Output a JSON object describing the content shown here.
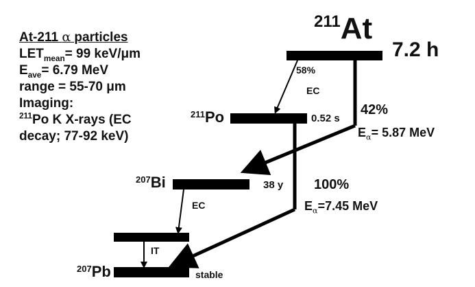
{
  "info": {
    "title_prefix": "At-211 ",
    "title_alpha": "α",
    "title_suffix": " particles",
    "let_label": "LET",
    "let_sub": "mean",
    "let_value": "= 99 keV/μm",
    "eave_label": "E",
    "eave_sub": "ave",
    "eave_value": "= 6.79 MeV",
    "range": "range = 55-70 μm",
    "imaging": "Imaging:",
    "xray_mass": "211",
    "xray_text": "Po K X-rays (EC",
    "decay": "decay; 77-92 keV)"
  },
  "nuclides": {
    "at_mass": "211",
    "at_symbol": "At",
    "at_halflife": "7.2 h",
    "po_mass": "211",
    "po_symbol": "Po",
    "po_halflife": "0.52 s",
    "bi_mass": "207",
    "bi_symbol": "Bi",
    "bi_halflife": "38 y",
    "pb_mass": "207",
    "pb_symbol": "Pb",
    "pb_stable": "stable"
  },
  "transitions": {
    "at_ec_branch": "58%",
    "at_ec_label": "EC",
    "at_alpha_branch": "42%",
    "at_alpha_e": "E",
    "at_alpha_sub": "α",
    "at_alpha_value": "= 5.87 MeV",
    "po_alpha_branch": "100%",
    "po_alpha_e": "E",
    "po_alpha_sub": "α",
    "po_alpha_value": "=7.45 MeV",
    "bi_ec_label": "EC",
    "it_label": "IT"
  }
}
